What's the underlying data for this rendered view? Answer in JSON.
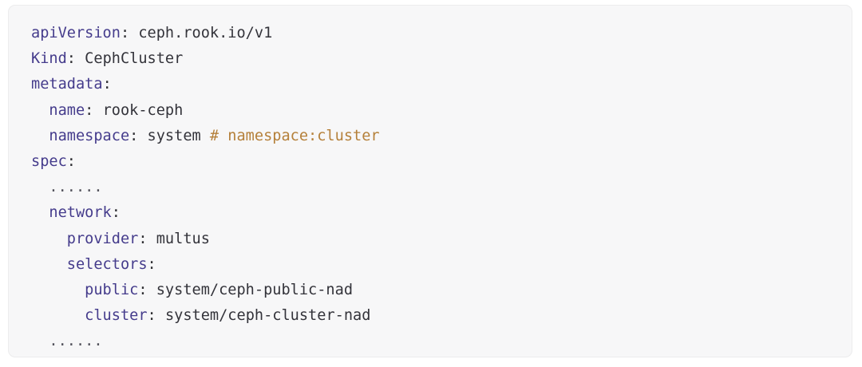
{
  "code_block": {
    "language": "yaml",
    "background_color": "#f7f7f8",
    "border_color": "#ececed",
    "colors": {
      "key": "#453c8c",
      "punctuation": "#2f2f33",
      "value": "#33333a",
      "comment": "#b5803a",
      "ellipsis": "#53535c"
    },
    "lines": [
      {
        "indent": "",
        "key": "apiVersion",
        "colon": ":",
        "value": " ceph.rook.io/v1",
        "comment": ""
      },
      {
        "indent": "",
        "key": "Kind",
        "colon": ":",
        "value": " CephCluster",
        "comment": ""
      },
      {
        "indent": "",
        "key": "metadata",
        "colon": ":",
        "value": "",
        "comment": ""
      },
      {
        "indent": "  ",
        "key": "name",
        "colon": ":",
        "value": " rook-ceph",
        "comment": ""
      },
      {
        "indent": "  ",
        "key": "namespace",
        "colon": ":",
        "value": " system ",
        "comment": "# namespace:cluster"
      },
      {
        "indent": "",
        "key": "spec",
        "colon": ":",
        "value": "",
        "comment": ""
      },
      {
        "indent": "  ",
        "key": "",
        "colon": "",
        "value": "",
        "comment": "",
        "ellipsis": "......"
      },
      {
        "indent": "  ",
        "key": "network",
        "colon": ":",
        "value": "",
        "comment": ""
      },
      {
        "indent": "    ",
        "key": "provider",
        "colon": ":",
        "value": " multus",
        "comment": ""
      },
      {
        "indent": "    ",
        "key": "selectors",
        "colon": ":",
        "value": "",
        "comment": ""
      },
      {
        "indent": "      ",
        "key": "public",
        "colon": ":",
        "value": " system/ceph-public-nad",
        "comment": ""
      },
      {
        "indent": "      ",
        "key": "cluster",
        "colon": ":",
        "value": " system/ceph-cluster-nad",
        "comment": ""
      },
      {
        "indent": "  ",
        "key": "",
        "colon": "",
        "value": "",
        "comment": "",
        "ellipsis": "......"
      }
    ]
  }
}
